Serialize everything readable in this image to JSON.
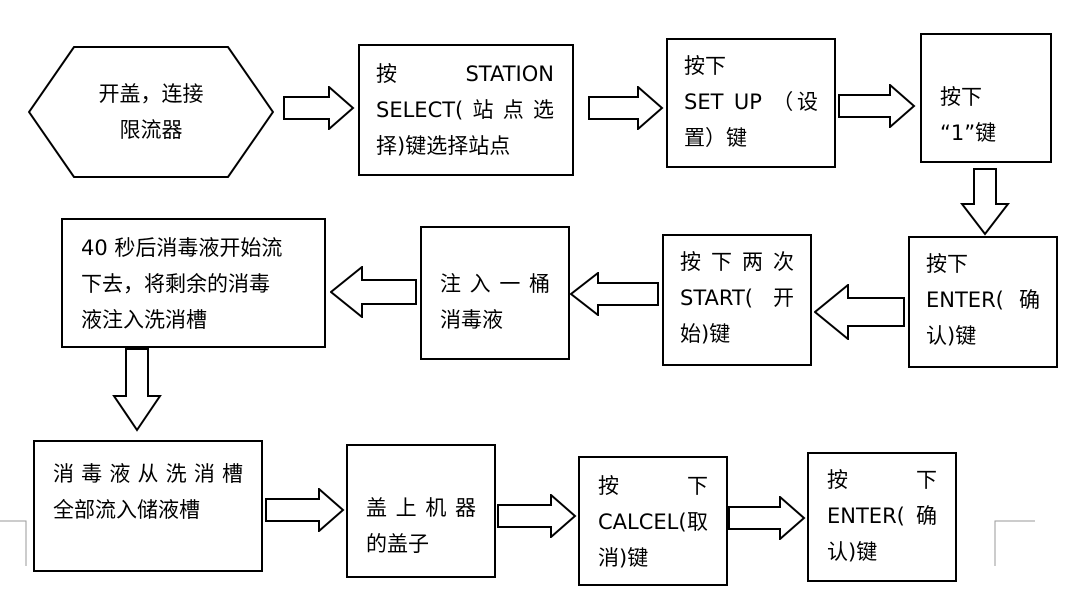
{
  "steps": {
    "s1": {
      "lines": [
        "开盖，连接",
        "限流器"
      ]
    },
    "s2": {
      "lines": [
        "按 STATION",
        "SELECT(站点选",
        "择)键选择站点"
      ]
    },
    "s3": {
      "lines": [
        "按下",
        "SET UP （设",
        "置）键"
      ]
    },
    "s4": {
      "lines": [
        "按下",
        "“1”键"
      ]
    },
    "s5": {
      "lines": [
        "按下",
        "ENTER( 确",
        "认)键"
      ]
    },
    "s6": {
      "lines": [
        "按下两次",
        "START( 开",
        "始)键"
      ]
    },
    "s7": {
      "lines": [
        "注入一桶",
        "消毒液"
      ]
    },
    "s8": {
      "lines": [
        "40 秒后消毒液开始流",
        "下去，将剩余的消毒",
        "液注入洗消槽"
      ]
    },
    "s9": {
      "lines": [
        "消毒液从洗消槽",
        "全部流入储液槽"
      ]
    },
    "s10": {
      "lines": [
        "盖上机器",
        "的盖子"
      ]
    },
    "s11": {
      "lines": [
        "按 下",
        "CALCEL(取",
        "消)键"
      ]
    },
    "s12": {
      "lines": [
        "按 下",
        "ENTER( 确",
        "认)键"
      ]
    }
  }
}
